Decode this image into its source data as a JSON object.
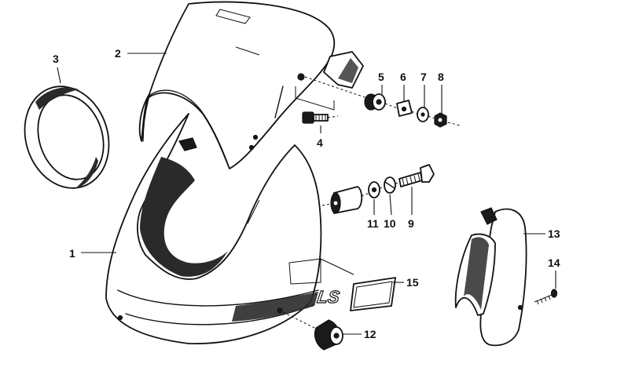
{
  "callouts": [
    {
      "id": "1",
      "label": "1"
    },
    {
      "id": "2",
      "label": "2"
    },
    {
      "id": "3",
      "label": "3"
    },
    {
      "id": "4",
      "label": "4"
    },
    {
      "id": "5",
      "label": "5"
    },
    {
      "id": "6",
      "label": "6"
    },
    {
      "id": "7",
      "label": "7"
    },
    {
      "id": "8",
      "label": "8"
    },
    {
      "id": "9",
      "label": "9"
    },
    {
      "id": "10",
      "label": "10"
    },
    {
      "id": "11",
      "label": "11"
    },
    {
      "id": "12",
      "label": "12"
    },
    {
      "id": "13",
      "label": "13"
    },
    {
      "id": "14",
      "label": "14"
    },
    {
      "id": "15",
      "label": "15"
    }
  ],
  "emblem": {
    "text": "LS"
  }
}
